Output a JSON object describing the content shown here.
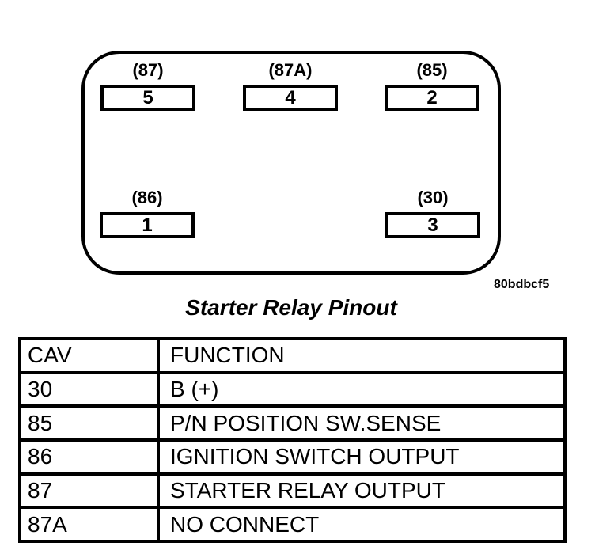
{
  "diagram": {
    "caption": "Starter Relay Pinout",
    "figure_code": "80bdbcf5",
    "pins": [
      {
        "terminal": "(87)",
        "cavity": "5"
      },
      {
        "terminal": "(87A)",
        "cavity": "4"
      },
      {
        "terminal": "(85)",
        "cavity": "2"
      },
      {
        "terminal": "(86)",
        "cavity": "1"
      },
      {
        "terminal": "(30)",
        "cavity": "3"
      }
    ]
  },
  "table": {
    "headers": [
      "CAV",
      "FUNCTION"
    ],
    "rows": [
      [
        "30",
        "B (+)"
      ],
      [
        "85",
        "P/N POSITION SW.SENSE"
      ],
      [
        "86",
        "IGNITION SWITCH OUTPUT"
      ],
      [
        "87",
        "STARTER RELAY OUTPUT"
      ],
      [
        "87A",
        "NO CONNECT"
      ]
    ]
  },
  "colors": {
    "ink": "#000000",
    "background": "#ffffff"
  }
}
